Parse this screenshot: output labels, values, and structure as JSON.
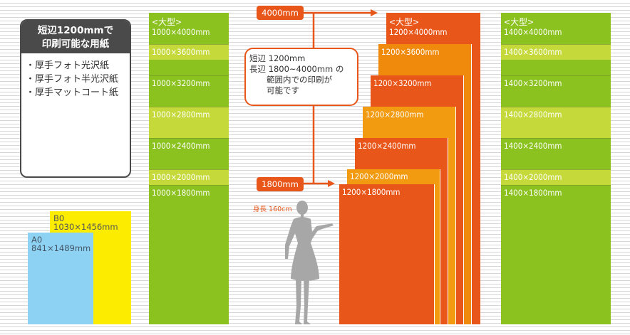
{
  "colors": {
    "green": "#8cc21f",
    "light_green": "#c5d93a",
    "orange": "#e8561a",
    "orange_mid": "#f08a0c",
    "orange_light": "#f29a10",
    "blue": "#8dd2f2",
    "yellow": "#fcec00",
    "dark": "#4a4a4a"
  },
  "infobox": {
    "title_line1": "短辺1200mmで",
    "title_line2": "印刷可能な用紙",
    "items": [
      "・厚手フォト光沢紙",
      "・厚手フォト半光沢紙",
      "・厚手マットコート紙"
    ]
  },
  "sheets": {
    "a0": {
      "name": "A0",
      "size": "841×1489mm"
    },
    "b0": {
      "name": "B0",
      "size": "1030×1456mm"
    }
  },
  "col1000": {
    "heading": "<大型>",
    "labels": [
      "1000×4000mm",
      "1000×3600mm",
      "1000×3200mm",
      "1000×2800mm",
      "1000×2400mm",
      "1000×2000mm",
      "1000×1800mm"
    ]
  },
  "col1400": {
    "heading": "<大型>",
    "labels": [
      "1400×4000mm",
      "1400×3600mm",
      "1400×3200mm",
      "1400×2800mm",
      "1400×2400mm",
      "1400×2000mm",
      "1400×1800mm"
    ]
  },
  "col1200": {
    "heading": "<大型>",
    "labels": [
      "1200×4000mm",
      "1200×3600mm",
      "1200×3200mm",
      "1200×2800mm",
      "1200×2400mm",
      "1200×2000mm",
      "1200×1800mm"
    ]
  },
  "tags": {
    "top": "4000mm",
    "bottom": "1800mm"
  },
  "callout": {
    "line1": "短辺 1200mm",
    "line2": "長辺 1800~4000mm の",
    "line3": "範囲内での印刷が",
    "line4": "可能です"
  },
  "person": {
    "height_label": "身長 160cm"
  }
}
